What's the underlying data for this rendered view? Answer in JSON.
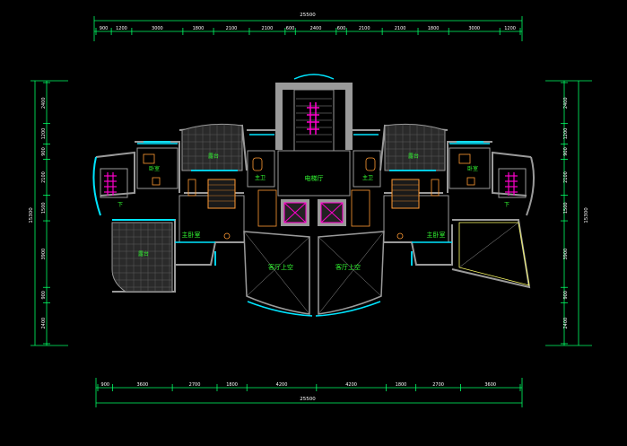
{
  "drawing": {
    "top_dims": [
      "900",
      "1200",
      "3000",
      "1800",
      "2100",
      "2100",
      "600",
      "2400",
      "600",
      "2100",
      "2100",
      "1800",
      "3000",
      "1200"
    ],
    "top_total": "25500",
    "bottom_dims": [
      "900",
      "3600",
      "2700",
      "1800",
      "4200",
      "4200",
      "1800",
      "2700",
      "3600"
    ],
    "bottom_total": "25500",
    "left_dims": [
      "2400",
      "1200",
      "900",
      "2100",
      "1500",
      "3900",
      "900",
      "2400"
    ],
    "left_total": "15300",
    "right_dims": [
      "2400",
      "1200",
      "900",
      "2100",
      "1500",
      "3900",
      "900",
      "2400"
    ],
    "right_total": "15300",
    "rooms": {
      "elevator_hall": "电梯厅",
      "living_void_left": "客厅上空",
      "living_void_right": "客厅上空",
      "master_bedroom_left": "主卧室",
      "master_bedroom_right": "主卧室",
      "balcony_left": "露台",
      "balcony_right": "露台",
      "terrace_left": "露台",
      "bedroom_left": "卧室",
      "bedroom_right": "卧室",
      "bath_left": "主卫",
      "bath_right": "主卫",
      "stair_down_left": "下",
      "stair_down_right": "下"
    }
  },
  "colors": {
    "background": "#000000",
    "wall": "#9a9a9a",
    "window": "#00e5ff",
    "dimension": "#ffffff",
    "room_label": "#33ff33",
    "stair": "#ff00cc",
    "furniture": "#ff9933",
    "outline": "#ffff66"
  }
}
